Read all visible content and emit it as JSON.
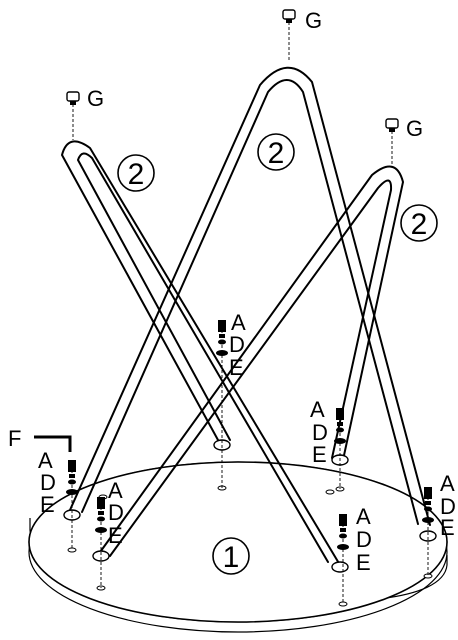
{
  "parts": {
    "tabletop": "1",
    "leg": "2"
  },
  "hardware": {
    "screw": "A",
    "washer_small": "D",
    "washer_large": "E",
    "bracket": "F",
    "cap": "G"
  }
}
